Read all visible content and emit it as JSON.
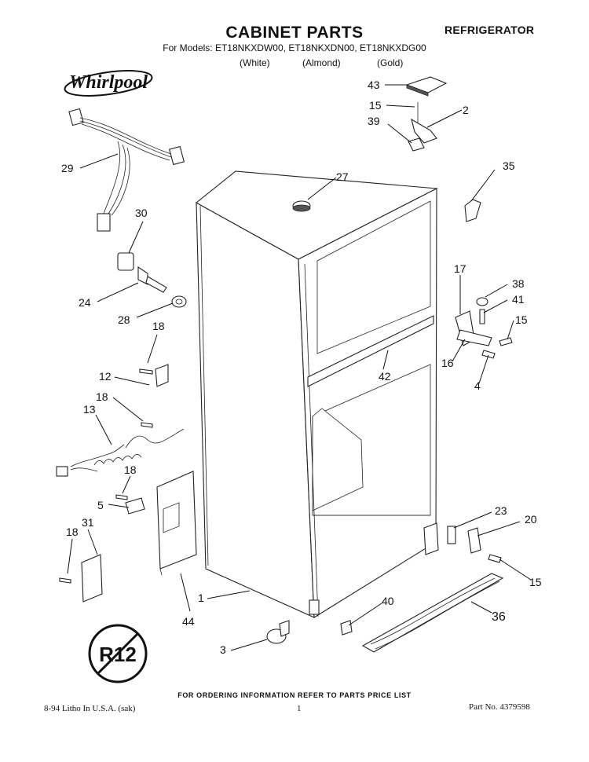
{
  "header": {
    "title": "CABINET PARTS",
    "section": "REFRIGERATOR",
    "models_line": "For Models: ET18NKXDW00, ET18NKXDN00, ET18NKXDG00",
    "colors": [
      "(White)",
      "(Almond)",
      "(Gold)"
    ]
  },
  "brand": {
    "logo_text": "Whirlpool"
  },
  "callouts": [
    "1",
    "2",
    "3",
    "4",
    "5",
    "12",
    "13",
    "15",
    "15",
    "15",
    "16",
    "17",
    "18",
    "18",
    "18",
    "18",
    "20",
    "23",
    "24",
    "27",
    "28",
    "29",
    "30",
    "31",
    "35",
    "36",
    "38",
    "39",
    "40",
    "41",
    "42",
    "43",
    "44"
  ],
  "badge": {
    "text": "R12"
  },
  "footer": {
    "ordering": "FOR ORDERING INFORMATION REFER TO PARTS PRICE LIST",
    "litho": "8-94 Litho In U.S.A. (sak)",
    "page": "1",
    "part_number": "Part No. 4379598"
  }
}
